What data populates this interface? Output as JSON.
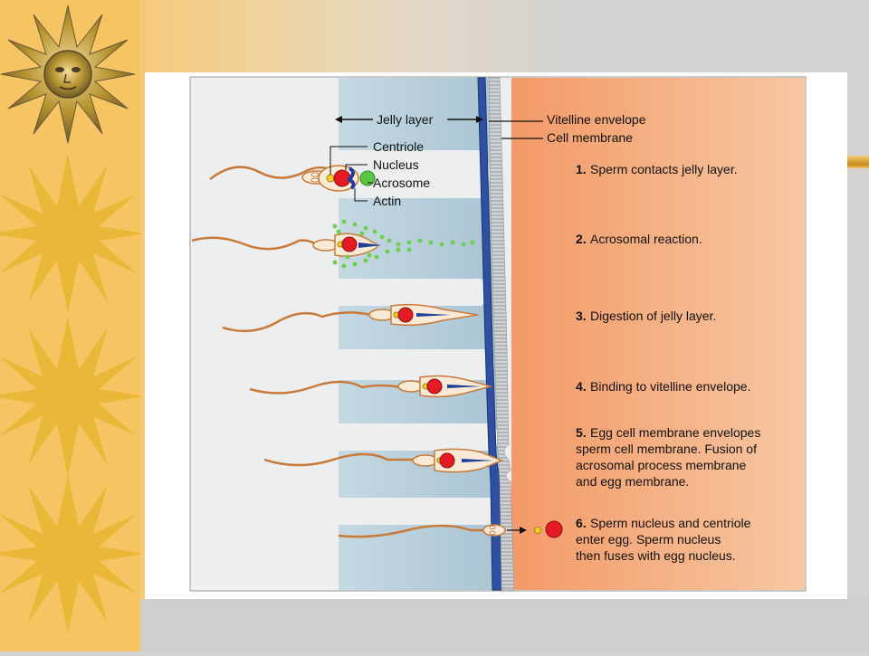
{
  "figure": {
    "labels": {
      "jelly_layer": "Jelly layer",
      "vitelline_envelope": "Vitelline envelope",
      "cell_membrane": "Cell membrane",
      "centriole": "Centriole",
      "nucleus": "Nucleus",
      "acrosome": "Acrosome",
      "actin": "Actin"
    },
    "steps": [
      {
        "num": "1.",
        "lines": [
          "Sperm contacts jelly layer."
        ]
      },
      {
        "num": "2.",
        "lines": [
          "Acrosomal reaction."
        ]
      },
      {
        "num": "3.",
        "lines": [
          "Digestion of jelly layer."
        ]
      },
      {
        "num": "4.",
        "lines": [
          "Binding to vitelline envelope."
        ]
      },
      {
        "num": "5.",
        "lines": [
          "Egg cell membrane envelopes",
          "sperm cell membrane. Fusion of",
          "acrosomal process membrane",
          "and egg membrane."
        ]
      },
      {
        "num": "6.",
        "lines": [
          "Sperm nucleus and centriole",
          "enter egg. Sperm nucleus",
          "then fuses with egg nucleus."
        ]
      }
    ]
  },
  "colors": {
    "slide_left_strip": "#f6c462",
    "sun_motif": "#eab838",
    "outside_medium": "#eceeef",
    "jelly_layer": "#b9d0dc",
    "vitelline_envelope": "#2f4fa0",
    "cell_membrane": "#c9cccf",
    "egg_cytoplasm": "#f4a978",
    "sperm_tail": "#c87a3a",
    "sperm_nucleus": "#e31c24",
    "acrosome": "#5cc642",
    "actin": "#1c3f99"
  }
}
